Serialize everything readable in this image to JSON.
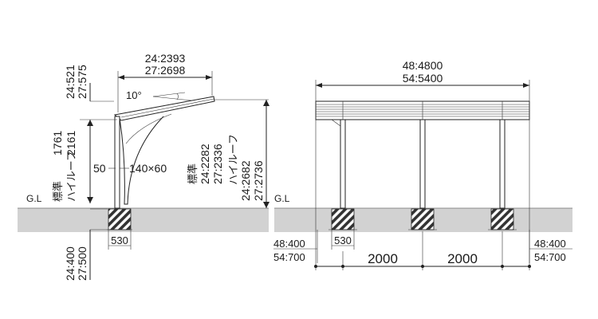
{
  "ground_label": "G.L",
  "side_view": {
    "depth_dims": [
      "24:2393",
      "27:2698"
    ],
    "angle": "10°",
    "overhead_dims": [
      "24:521",
      "27:575"
    ],
    "beam_height_dims": [
      "1761",
      "2161"
    ],
    "height_captions": [
      "標準",
      "ハイルーフ"
    ],
    "post_offset": "50",
    "post_size": "140×60",
    "height_total_standard": [
      "標準",
      "24:2282",
      "27:2336"
    ],
    "height_total_high": [
      "ハイルーフ",
      "24:2682",
      "27:2736"
    ],
    "footing_width": "530",
    "footing_depth_dims": [
      "24:400",
      "27:500"
    ]
  },
  "front_view": {
    "width_dims": [
      "48:4800",
      "54:5400"
    ],
    "footing_width": "530",
    "span_1": "2000",
    "span_2": "2000",
    "footing_depth_left": [
      "48:400",
      "54:700"
    ],
    "footing_depth_right": [
      "48:400",
      "54:700"
    ]
  },
  "colors": {
    "ground": "#d2d2d2",
    "line": "#222222",
    "footing": "#333333"
  }
}
